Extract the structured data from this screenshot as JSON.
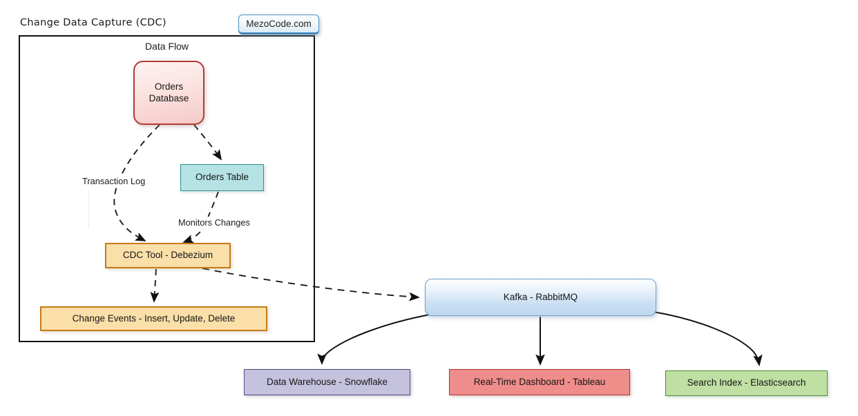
{
  "diagram": {
    "subgraph_title": "Change Data Capture (CDC)",
    "inner_title": "Data Flow",
    "watermark": "MezoCode.com"
  },
  "nodes": {
    "orders_database": "Orders\nDatabase",
    "orders_database_line1": "Orders",
    "orders_database_line2": "Database",
    "orders_table": "Orders Table",
    "cdc_tool": "CDC Tool - Debezium",
    "change_events": "Change Events - Insert, Update, Delete",
    "kafka": "Kafka - RabbitMQ",
    "data_warehouse": "Data Warehouse - Snowflake",
    "dashboard": "Real-Time Dashboard - Tableau",
    "search_index": "Search Index - Elasticsearch"
  },
  "edge_labels": {
    "transaction_log": "Transaction Log",
    "monitors_changes": "Monitors Changes"
  },
  "colors": {
    "orders_database_border": "#b23b35",
    "orders_database_fill": "#fbe4e2",
    "orders_table_border": "#2a9094",
    "orders_table_fill": "#b5e3e3",
    "orange_border": "#c77a16",
    "orange_fill": "#fadfa8",
    "kafka_border": "#6f9fd0",
    "kafka_fill": "#c8def2",
    "warehouse_border": "#4f4985",
    "warehouse_fill": "#c5c2dd",
    "dashboard_border": "#b0322f",
    "dashboard_fill": "#ef8d8b",
    "search_border": "#4f8f3f",
    "search_fill": "#bfdfa3",
    "watermark_border": "#4a90c2",
    "container_border": "#111111",
    "edge_stroke": "#1a1a1a"
  }
}
